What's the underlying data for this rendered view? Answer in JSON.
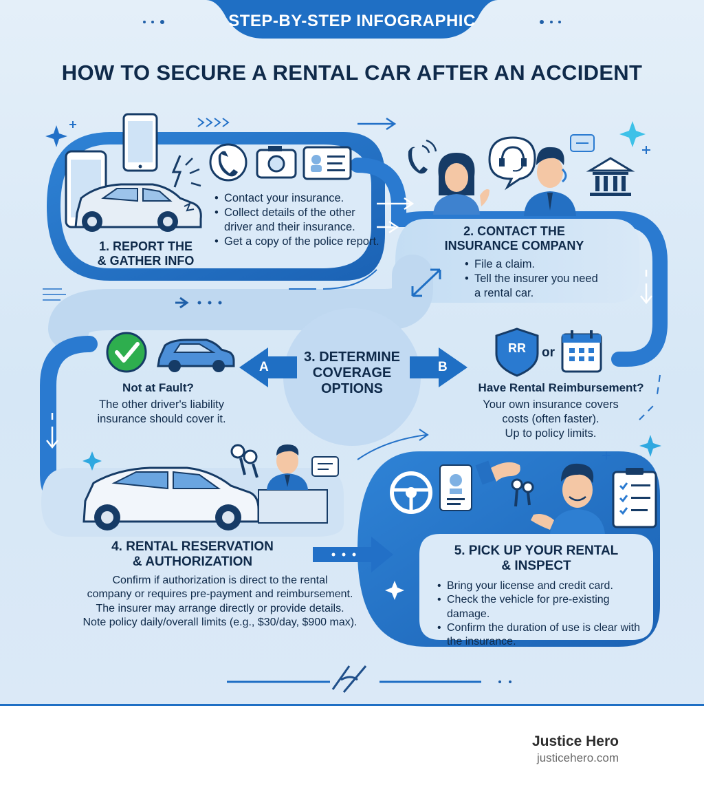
{
  "banner": "STEP-BY-STEP INFOGRAPHIC",
  "title": "HOW TO SECURE A RENTAL CAR AFTER AN ACCIDENT",
  "step1": {
    "heading": [
      "1. REPORT THE",
      "& GATHER INFO"
    ],
    "bullets": [
      "Contact your insurance.",
      "Collect details of the other driver and their insurance.",
      "Get a copy of the police report."
    ]
  },
  "step2": {
    "heading": [
      "2. CONTACT THE",
      "INSURANCE COMPANY"
    ],
    "bullets": [
      "File a claim.",
      "Tell the insurer you need a rental car."
    ]
  },
  "step3": {
    "heading": [
      "3. DETERMINE",
      "COVERAGE",
      "OPTIONS"
    ],
    "option_a": {
      "marker": "A",
      "title": "Not at Fault?",
      "text": [
        "The other driver's liability",
        "insurance should cover it."
      ]
    },
    "option_b": {
      "marker": "B",
      "shield": "RR",
      "or": "or",
      "title": "Have Rental Reimbursement?",
      "text": [
        "Your own insurance covers",
        "costs (often faster).",
        "Up to policy limits."
      ]
    }
  },
  "step4": {
    "heading": [
      "4. RENTAL RESERVATION",
      "& AUTHORIZATION"
    ],
    "text": [
      "Confirm if authorization is direct to the rental",
      "company or requires pre-payment and reimbursement.",
      "The insurer may arrange directly or provide details.",
      "Note policy daily/overall limits (e.g., $30/day, $900 max)."
    ]
  },
  "step5": {
    "heading": [
      "5. PICK UP YOUR RENTAL",
      "& INSPECT"
    ],
    "bullets": [
      "Bring your license and credit card.",
      "Check the vehicle for pre-existing damage.",
      "Confirm the duration of use is clear with the insurance."
    ]
  },
  "brand": {
    "name": "Justice Hero",
    "url": "justicehero.com"
  },
  "colors": {
    "primary": "#1f6fc4",
    "dark_blue": "#0f2a4a",
    "light_blue": "#bcd7f1",
    "background": "#e1edf8",
    "success": "#2eae4e"
  }
}
